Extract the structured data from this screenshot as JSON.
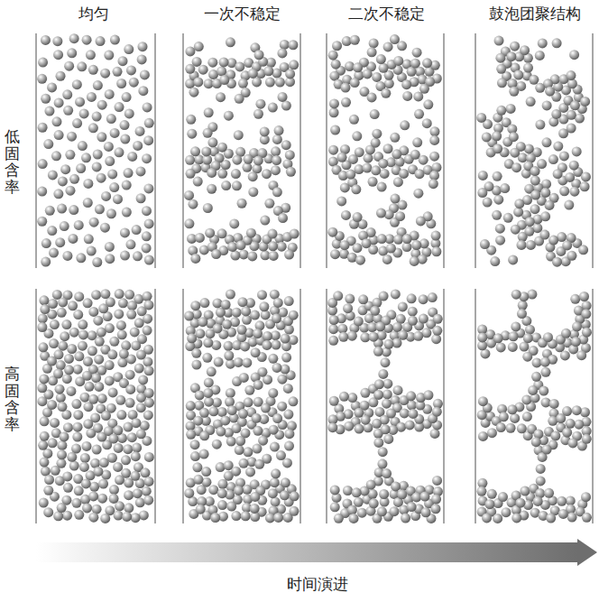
{
  "diagram": {
    "labels": [
      "均匀",
      "一次不稳定",
      "二次不稳定",
      "鼓泡团聚结构",
      "低固含率",
      "高固含率",
      "时间演进"
    ]
  }
}
